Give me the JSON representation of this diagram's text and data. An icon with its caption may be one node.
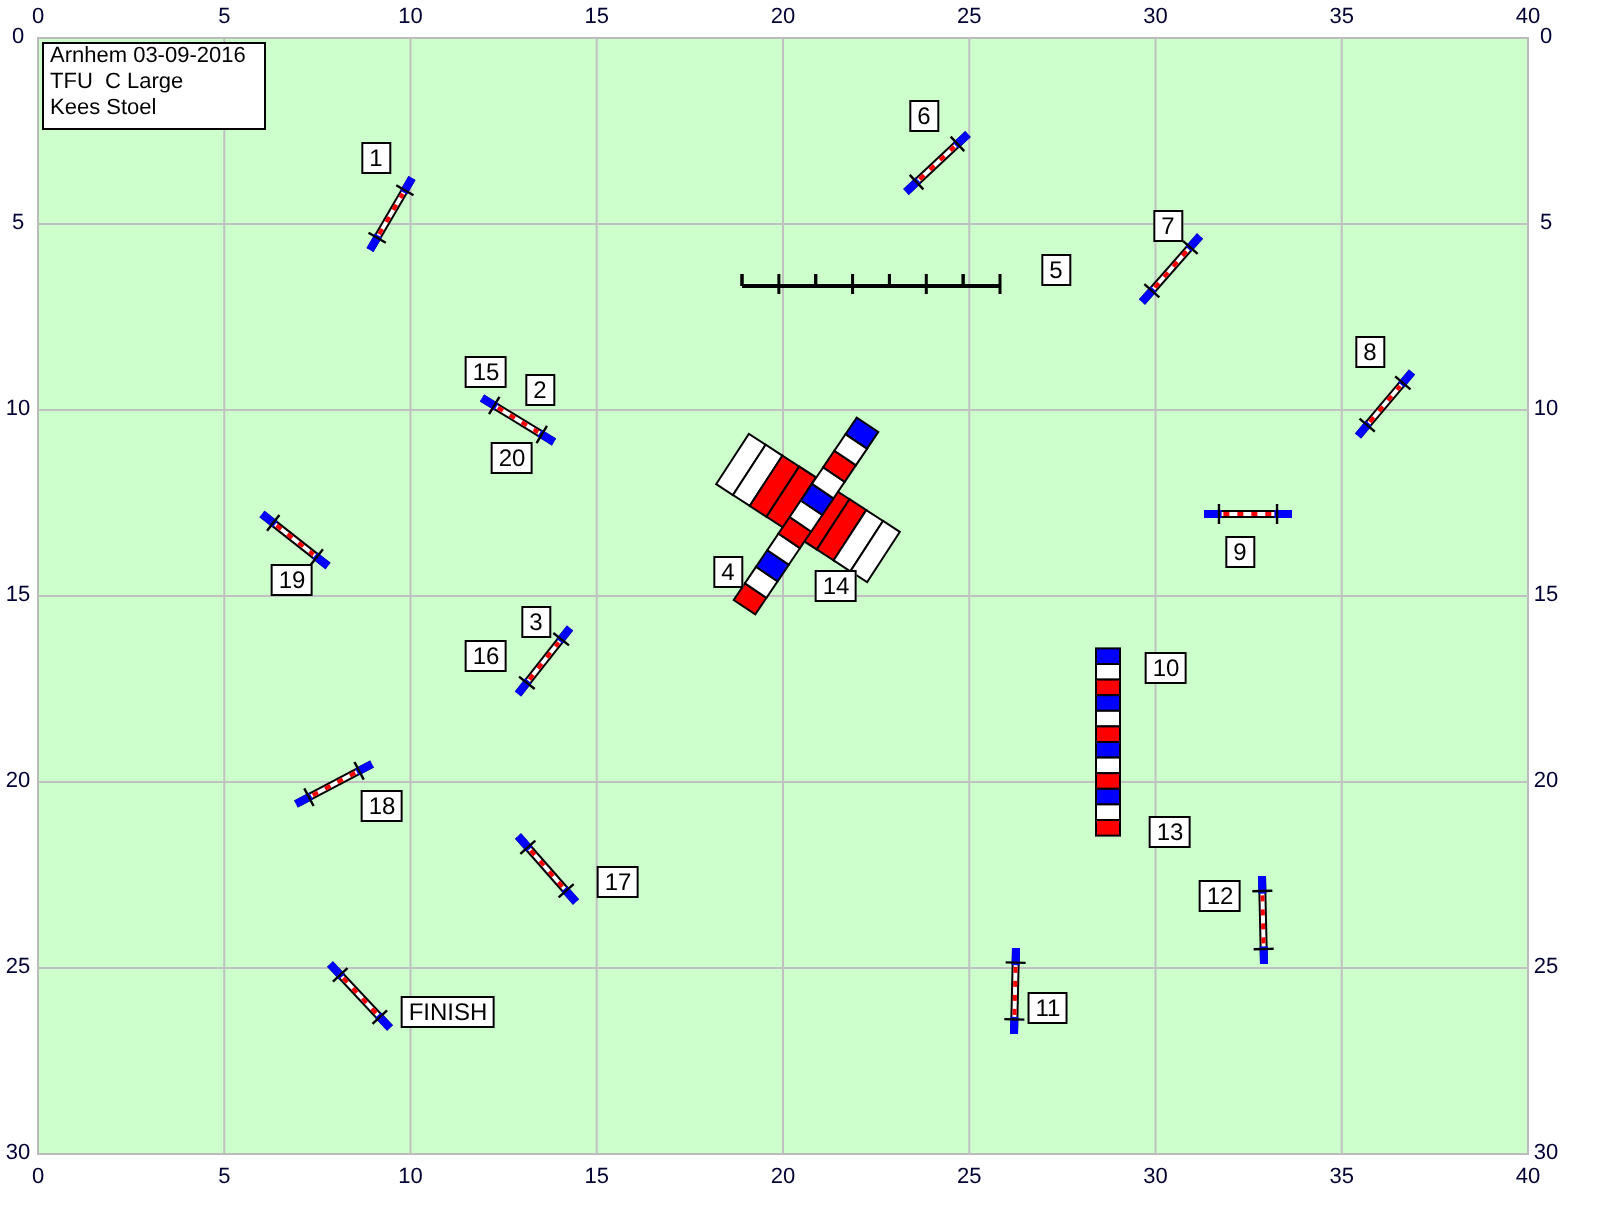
{
  "diagram": {
    "labels": [
      "Arnhem 03-09-2016",
      "TFU  C Large",
      "Kees Stoel",
      "0",
      "5",
      "10",
      "15",
      "20",
      "25",
      "30",
      "35",
      "40",
      "0",
      "5",
      "10",
      "15",
      "20",
      "25",
      "30",
      "0",
      "5",
      "10",
      "15",
      "20",
      "25",
      "30",
      "0",
      "5",
      "10",
      "15",
      "20",
      "25",
      "30",
      "35",
      "40",
      "6",
      "1",
      "7",
      "5",
      "8",
      "15",
      "2",
      "20",
      "9",
      "4",
      "19",
      "14",
      "3",
      "16",
      "10",
      "18",
      "13",
      "17",
      "12",
      "FINISH",
      "11"
    ]
  }
}
